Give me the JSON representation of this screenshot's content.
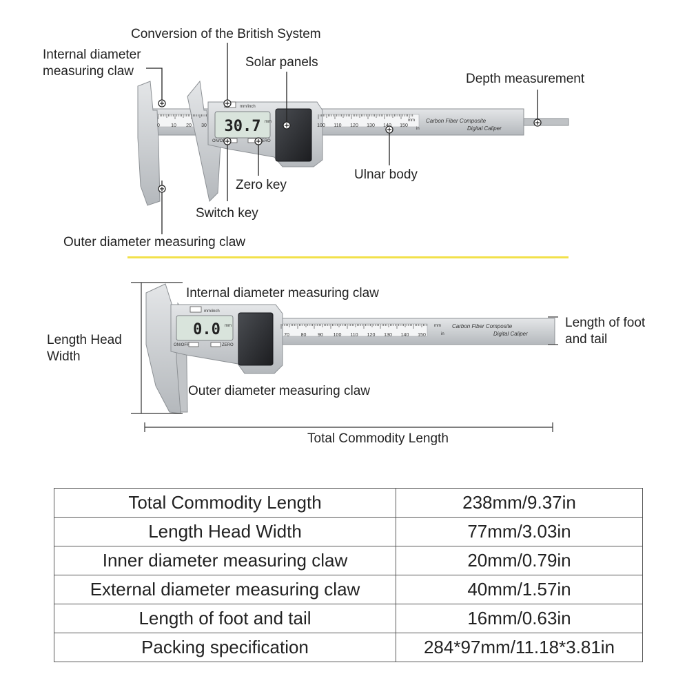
{
  "top_diagram": {
    "labels": {
      "conversion": "Conversion of the British System",
      "internal_claw": "Internal diameter measuring claw",
      "solar_panels": "Solar panels",
      "depth": "Depth measurement",
      "ulnar_body": "Ulnar body",
      "zero_key": "Zero key",
      "switch_key": "Switch key",
      "outer_claw": "Outer diameter measuring claw"
    },
    "display_value": "30.7",
    "display_unit": "mm",
    "mode_label": "mm/inch",
    "on_off_label": "ON/OFF",
    "zero_label": "ZERO",
    "brand_line1": "Carbon Fiber Composite",
    "brand_line2": "Digital Caliper",
    "mm_mark": "mm",
    "in_mark": "in",
    "scale_numbers": [
      "0",
      "10",
      "20",
      "30"
    ],
    "beam_numbers": [
      "100",
      "110",
      "120",
      "130",
      "140",
      "150"
    ]
  },
  "bottom_diagram": {
    "labels": {
      "internal_claw": "Internal diameter measuring claw",
      "head_width": "Length Head Width",
      "foot_tail": "Length of foot and tail",
      "outer_claw": "Outer diameter measuring claw",
      "total_length": "Total Commodity Length"
    },
    "display_value": "0.0",
    "display_unit": "mm",
    "mode_label": "mm/inch",
    "on_off_label": "ON/OFF",
    "zero_label": "ZERO",
    "brand_line1": "Carbon Fiber Composite",
    "brand_line2": "Digital Caliper",
    "mm_mark": "mm",
    "in_mark": "in",
    "beam_numbers": [
      "70",
      "80",
      "90",
      "100",
      "110",
      "120",
      "130",
      "140",
      "150"
    ]
  },
  "specs": [
    {
      "name": "Total Commodity Length",
      "value": "238mm/9.37in"
    },
    {
      "name": "Length Head Width",
      "value": "77mm/3.03in"
    },
    {
      "name": "Inner diameter measuring claw",
      "value": "20mm/0.79in"
    },
    {
      "name": "External diameter measuring claw",
      "value": "40mm/1.57in"
    },
    {
      "name": "Length of foot and tail",
      "value": "16mm/0.63in"
    },
    {
      "name": "Packing specification",
      "value": "284*97mm/11.18*3.81in"
    }
  ],
  "colors": {
    "body": "#c9cbcd",
    "body_dark": "#9a9ea2",
    "lcd": "#d9e4dc",
    "solar": "#2a2c30",
    "divider": "#f2e14a"
  }
}
